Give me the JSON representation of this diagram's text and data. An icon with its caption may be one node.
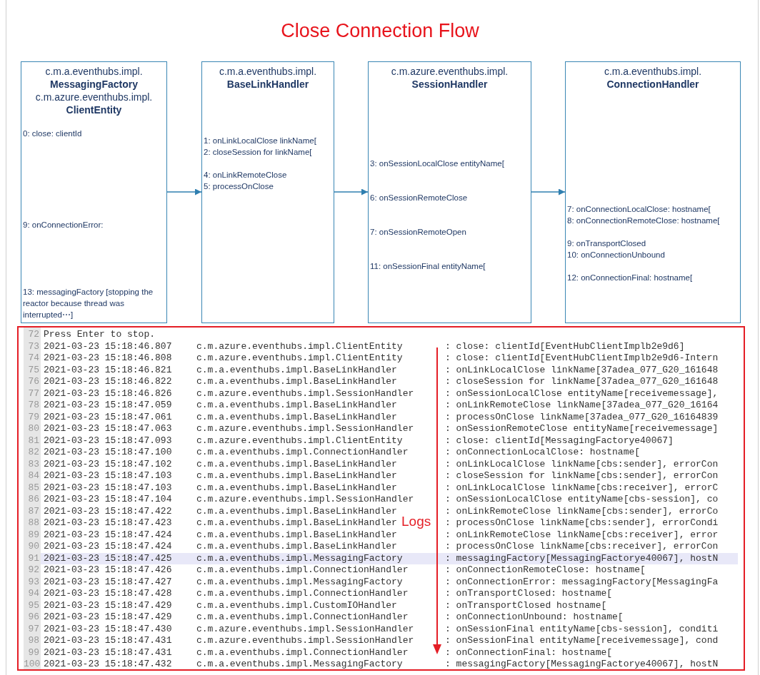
{
  "diagram": {
    "title": "Close Connection Flow",
    "nodes": [
      {
        "text": [
          "c.m.a.eventhubs.impl.",
          "MessagingFactory",
          "c.m.azure.eventhubs.impl.",
          "ClientEntity",
          "0: close: clientId",
          "9: onConnectionError:",
          "13: messagingFactory [stopping the reactor because thread was interrupted⋯]"
        ]
      },
      {
        "text": [
          "c.m.a.eventhubs.impl.",
          "BaseLinkHandler",
          "1: onLinkLocalClose linkName[",
          "2: closeSession for linkName[",
          "4: onLinkRemoteClose",
          "5: processOnClose"
        ]
      },
      {
        "text": [
          "c.m.azure.eventhubs.impl.",
          "SessionHandler",
          "3: onSessionLocalClose entityName[",
          "6: onSessionRemoteClose",
          "7: onSessionRemoteOpen",
          "11: onSessionFinal entityName["
        ]
      },
      {
        "text": [
          "c.m.a.eventhubs.impl.",
          "ConnectionHandler",
          "7: onConnectionLocalClose: hostname[",
          "8: onConnectionRemoteClose: hostname[",
          "9: onTransportClosed",
          "10: onConnectionUnbound",
          "12: onConnectionFinal: hostname["
        ]
      },
      {
        "text": [
          "Logs"
        ]
      }
    ],
    "edges": [
      {
        "from": 0,
        "to": 1,
        "arrow": "to"
      },
      {
        "from": 1,
        "to": 2,
        "arrow": "to"
      },
      {
        "from": 2,
        "to": 3,
        "arrow": "to"
      }
    ],
    "labels": [
      "72",
      "Press Enter to stop.",
      "73",
      "2021-03-23 15:18:46.807",
      "c.m.azure.eventhubs.impl.ClientEntity",
      ": close: clientId[EventHubClientImplb2e9d6]",
      "74",
      "2021-03-23 15:18:46.808",
      "c.m.azure.eventhubs.impl.ClientEntity",
      ": close: clientId[EventHubClientImplb2e9d6-Intern",
      "75",
      "2021-03-23 15:18:46.821",
      "c.m.a.eventhubs.impl.BaseLinkHandler",
      ": onLinkLocalClose linkName[37adea_077_G20_161648",
      "76",
      "2021-03-23 15:18:46.822",
      "c.m.a.eventhubs.impl.BaseLinkHandler",
      ": closeSession for linkName[37adea_077_G20_161648",
      "77",
      "2021-03-23 15:18:46.826",
      "c.m.azure.eventhubs.impl.SessionHandler",
      ": onSessionLocalClose entityName[receivemessage],",
      "78",
      "2021-03-23 15:18:47.059",
      "c.m.a.eventhubs.impl.BaseLinkHandler",
      ": onLinkRemoteClose linkName[37adea_077_G20_16164",
      "79",
      "2021-03-23 15:18:47.061",
      "c.m.a.eventhubs.impl.BaseLinkHandler",
      ": processOnClose linkName[37adea_077_G20_16164839",
      "80",
      "2021-03-23 15:18:47.063",
      "c.m.azure.eventhubs.impl.SessionHandler",
      ": onSessionRemoteClose entityName[receivemessage]",
      "81",
      "2021-03-23 15:18:47.093",
      "c.m.azure.eventhubs.impl.ClientEntity",
      ": close: clientId[MessagingFactorye40067]",
      "82",
      "2021-03-23 15:18:47.100",
      "c.m.a.eventhubs.impl.ConnectionHandler",
      ": onConnectionLocalClose: hostname[",
      "83",
      "2021-03-23 15:18:47.102",
      "c.m.a.eventhubs.impl.BaseLinkHandler",
      ": onLinkLocalClose linkName[cbs:sender], errorCon",
      "84",
      "2021-03-23 15:18:47.103",
      "c.m.a.eventhubs.impl.BaseLinkHandler",
      ": closeSession for linkName[cbs:sender], errorCon",
      "85",
      "2021-03-23 15:18:47.103",
      "c.m.a.eventhubs.impl.BaseLinkHandler",
      ": onLinkLocalClose linkName[cbs:receiver], errorC",
      "86",
      "2021-03-23 15:18:47.104",
      "c.m.azure.eventhubs.impl.SessionHandler",
      ": onSessionLocalClose entityName[cbs-session], co",
      "87",
      "2021-03-23 15:18:47.422",
      "c.m.a.eventhubs.impl.BaseLinkHandler",
      ": onLinkRemoteClose linkName[cbs:sender], errorCo",
      "88",
      "2021-03-23 15:18:47.423",
      "c.m.a.eventhubs.impl.BaseLinkHandler",
      ": processOnClose linkName[cbs:sender], errorCondi",
      "89",
      "2021-03-23 15:18:47.424",
      "c.m.a.eventhubs.impl.BaseLinkHandler",
      ": onLinkRemoteClose linkName[cbs:receiver], error",
      "90",
      "2021-03-23 15:18:47.424",
      "c.m.a.eventhubs.impl.BaseLinkHandler",
      ": processOnClose linkName[cbs:receiver], errorCon",
      "91",
      "2021-03-23 15:18:47.425",
      "c.m.a.eventhubs.impl.MessagingFactory",
      ": messagingFactory[MessagingFactorye40067], hostN",
      "92",
      "2021-03-23 15:18:47.426",
      "c.m.a.eventhubs.impl.ConnectionHandler",
      ": onConnectionRemoteClose: hostname[",
      "93",
      "2021-03-23 15:18:47.427",
      "c.m.a.eventhubs.impl.MessagingFactory",
      ": onConnectionError: messagingFactory[MessagingFa",
      "94",
      "2021-03-23 15:18:47.428",
      "c.m.a.eventhubs.impl.ConnectionHandler",
      ": onTransportClosed: hostname[",
      "95",
      "2021-03-23 15:18:47.429",
      "c.m.a.eventhubs.impl.CustomIOHandler",
      ": onTransportClosed hostname[",
      "96",
      "2021-03-23 15:18:47.429",
      "c.m.a.eventhubs.impl.ConnectionHandler",
      ": onConnectionUnbound: hostname[",
      "97",
      "2021-03-23 15:18:47.430",
      "c.m.azure.eventhubs.impl.SessionHandler",
      ": onSessionFinal entityName[cbs-session], conditi",
      "98",
      "2021-03-23 15:18:47.431",
      "c.m.azure.eventhubs.impl.SessionHandler",
      ": onSessionFinal entityName[receivemessage], cond",
      "99",
      "2021-03-23 15:18:47.431",
      "c.m.a.eventhubs.impl.ConnectionHandler",
      ": onConnectionFinal: hostname[",
      "100",
      "2021-03-23 15:18:47.432",
      "c.m.a.eventhubs.impl.MessagingFactory",
      ": messagingFactory[MessagingFactorye40067], hostN"
    ]
  }
}
